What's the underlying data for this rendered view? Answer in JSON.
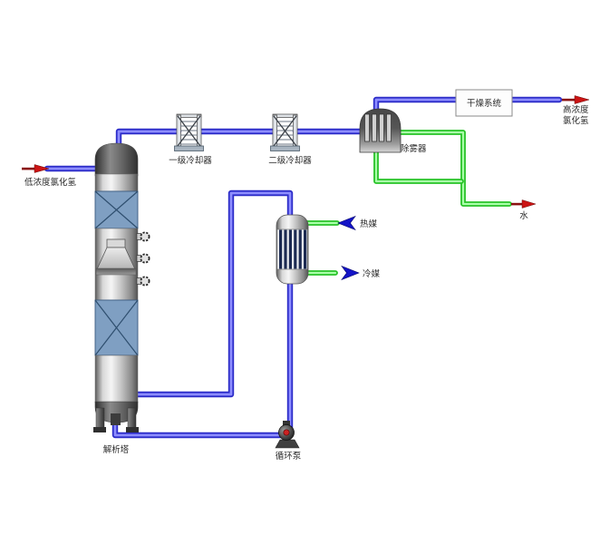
{
  "diagram": {
    "type": "process-flow-diagram",
    "labels": {
      "feed": "低浓度氯化氢",
      "tower": "解析塔",
      "cooler1": "一级冷却器",
      "cooler2": "二级冷却器",
      "demister": "除雾器",
      "dryer": "干燥系统",
      "product_line1": "高浓度",
      "product_line2": "氯化氢",
      "water": "水",
      "hot_media": "热媒",
      "cold_media": "冷媒",
      "pump": "循环泵"
    },
    "streams": [
      {
        "name": "feed-low-conc-hcl",
        "color": "blue",
        "from": "inlet-arrow",
        "to": "desorption-tower"
      },
      {
        "name": "tower-overhead-gas",
        "color": "blue",
        "path": [
          "desorption-tower",
          "first-stage-cooler",
          "second-stage-cooler",
          "demister",
          "drying-system",
          "product-arrow"
        ]
      },
      {
        "name": "reboiler-circulation",
        "color": "blue",
        "path": [
          "tower-bottom",
          "circulation-pump",
          "heater-bottom",
          "heater-top",
          "tower-side"
        ]
      },
      {
        "name": "hot-media-in",
        "color": "green",
        "to": "heater"
      },
      {
        "name": "cold-media-out",
        "color": "green",
        "from": "heater"
      },
      {
        "name": "demister-drain-to-water",
        "color": "green",
        "from": "demister",
        "to": "water-arrow"
      }
    ]
  },
  "colors": {
    "pipe_blue_edge": "#2c2cc8",
    "pipe_blue_core": "#8d8dff",
    "pipe_green_edge": "#28c228",
    "pipe_green_core": "#aaffaa",
    "arrow_red": "#cc1414",
    "arrow_red_dark": "#8a1010",
    "arrow_blue": "#1414c8",
    "packing_blue": "#7f9fc2",
    "label_color": "#2a2a2a"
  }
}
